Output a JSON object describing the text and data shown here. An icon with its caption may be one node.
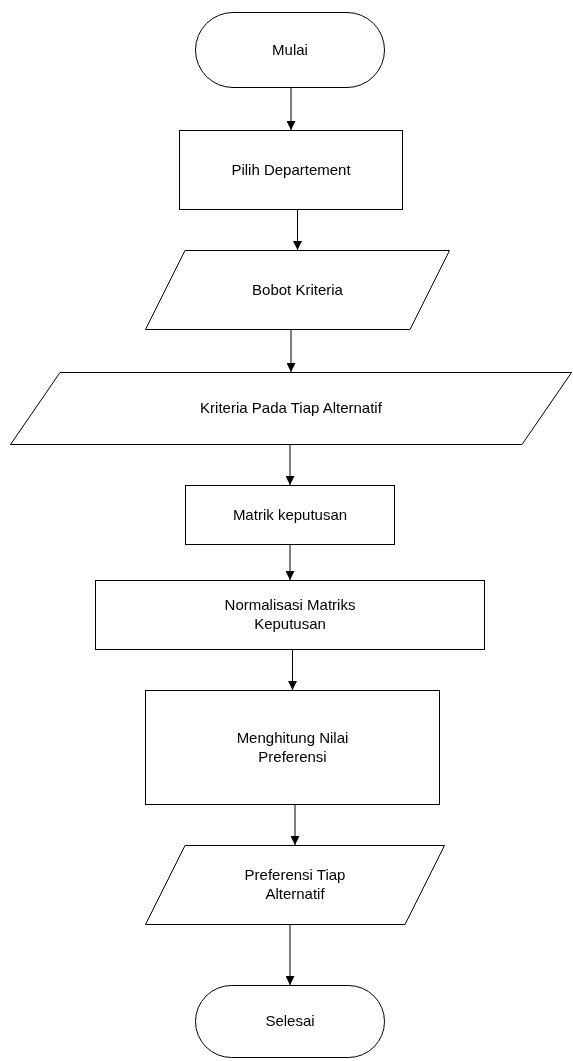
{
  "diagram": {
    "nodes": [
      {
        "text": [
          "Mulai"
        ]
      },
      {
        "text": [
          "Pilih Departement"
        ]
      },
      {
        "text": [
          "Bobot Kriteria"
        ]
      },
      {
        "text": [
          "Kriteria Pada Tiap Alternatif"
        ]
      },
      {
        "text": [
          "Matrik keputusan"
        ]
      },
      {
        "text": [
          "Normalisasi Matriks Keputusan"
        ]
      },
      {
        "text": [
          "Menghitung Nilai Preferensi"
        ]
      },
      {
        "text": [
          "Preferensi Tiap Alternatif"
        ]
      },
      {
        "text": [
          "Selesai"
        ]
      }
    ],
    "edges": [
      {
        "from": 0,
        "to": 1,
        "arrow": "to"
      },
      {
        "from": 1,
        "to": 2,
        "arrow": "to"
      },
      {
        "from": 2,
        "to": 3,
        "arrow": "to"
      },
      {
        "from": 3,
        "to": 4,
        "arrow": "to"
      },
      {
        "from": 4,
        "to": 5,
        "arrow": "to"
      },
      {
        "from": 5,
        "to": 6,
        "arrow": "to"
      },
      {
        "from": 6,
        "to": 7,
        "arrow": "to"
      },
      {
        "from": 7,
        "to": 8,
        "arrow": "to"
      }
    ]
  }
}
